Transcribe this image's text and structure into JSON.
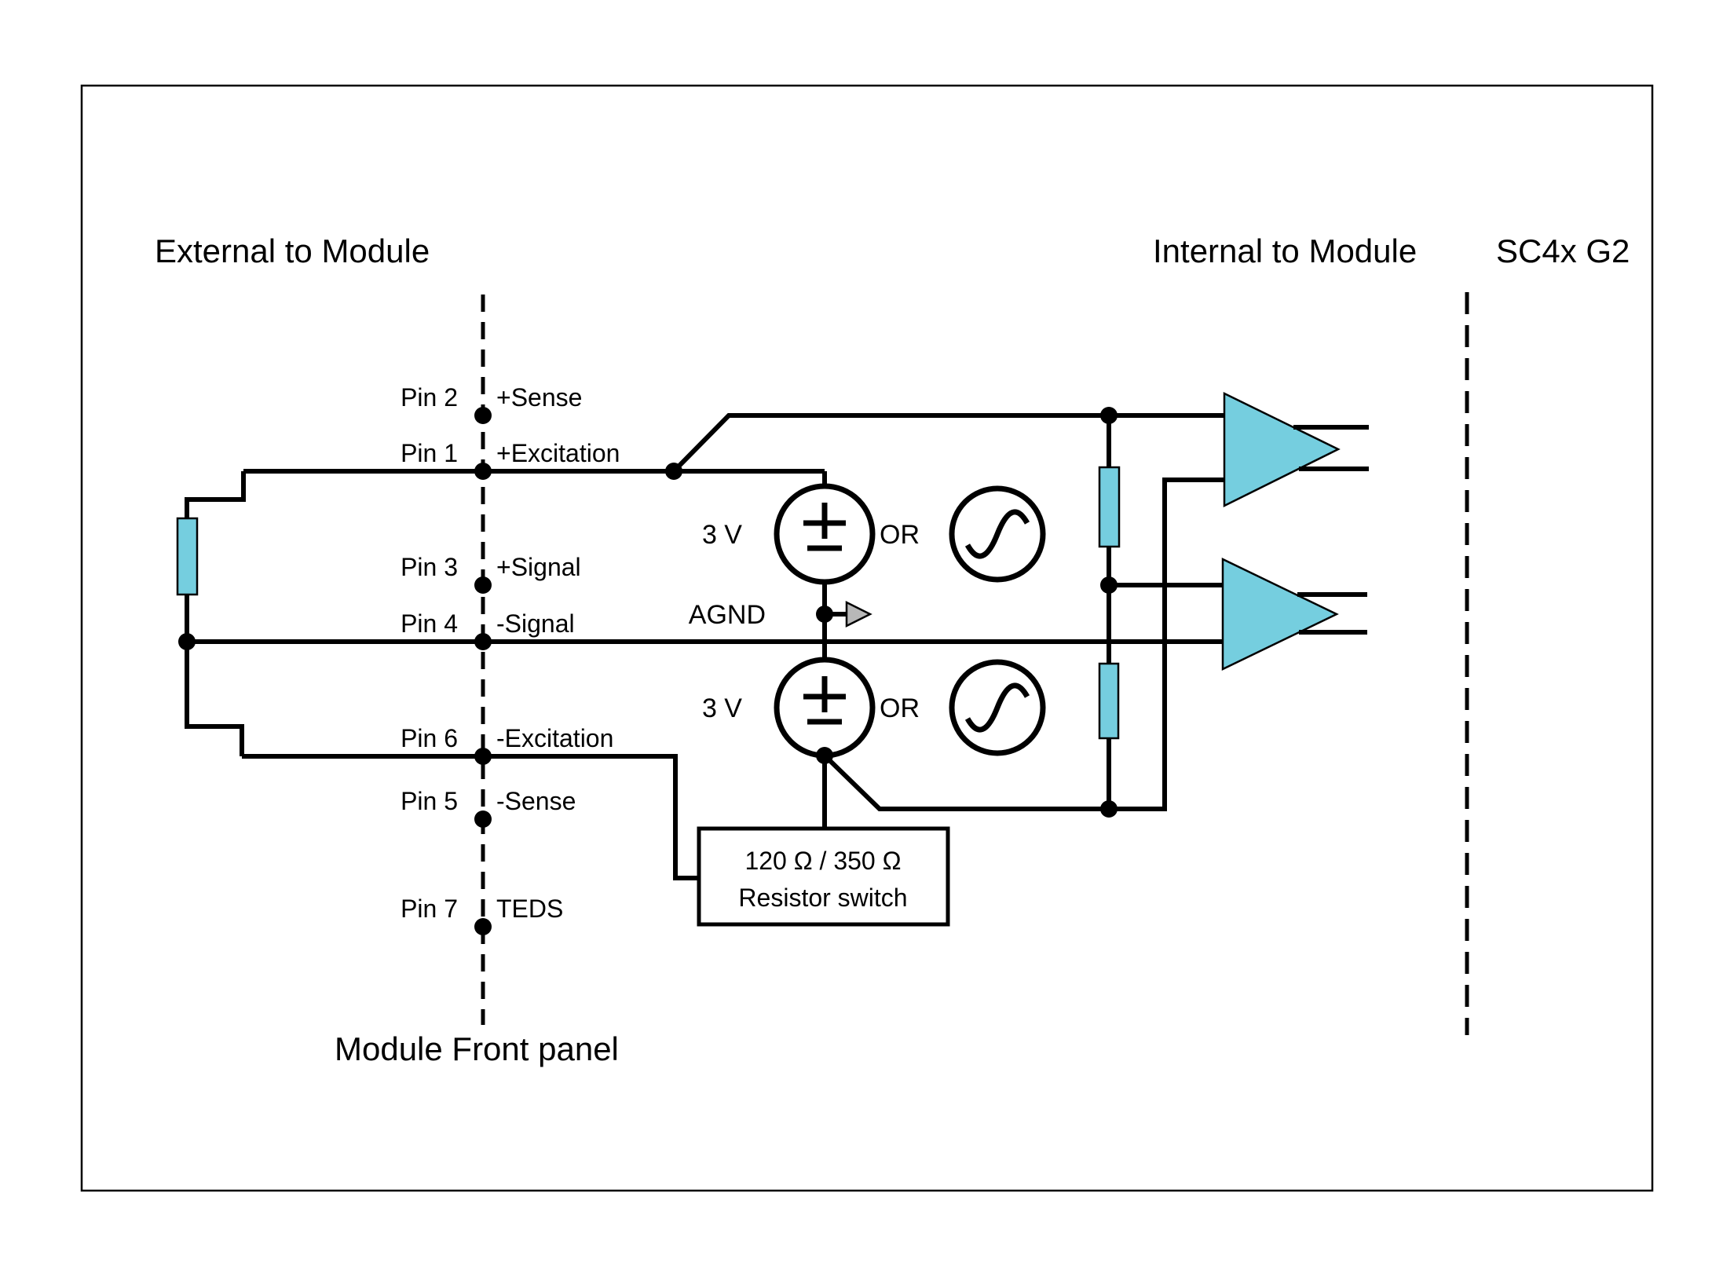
{
  "colors": {
    "component_fill": "#75CEDF",
    "arrow_fill": "#B8B8B8",
    "diagram_line": "#000000"
  },
  "titles": {
    "external": "External to Module",
    "internal": "Internal to Module",
    "model": "SC4x G2",
    "front_panel": "Module Front panel"
  },
  "pins": [
    {
      "name": "Pin 2",
      "signal": "+Sense"
    },
    {
      "name": "Pin 1",
      "signal": "+Excitation"
    },
    {
      "name": "Pin 3",
      "signal": "+Signal"
    },
    {
      "name": "Pin 4",
      "signal": "-Signal"
    },
    {
      "name": "Pin 6",
      "signal": "-Excitation"
    },
    {
      "name": "Pin 5",
      "signal": "-Sense"
    },
    {
      "name": "Pin 7",
      "signal": "TEDS"
    }
  ],
  "sources": {
    "top": {
      "label": "3 V",
      "or": "OR"
    },
    "bottom": {
      "label": "3 V",
      "or": "OR"
    },
    "ground_label": "AGND"
  },
  "resistor_switch": {
    "line1": "120 Ω / 350 Ω",
    "line2": "Resistor switch"
  }
}
